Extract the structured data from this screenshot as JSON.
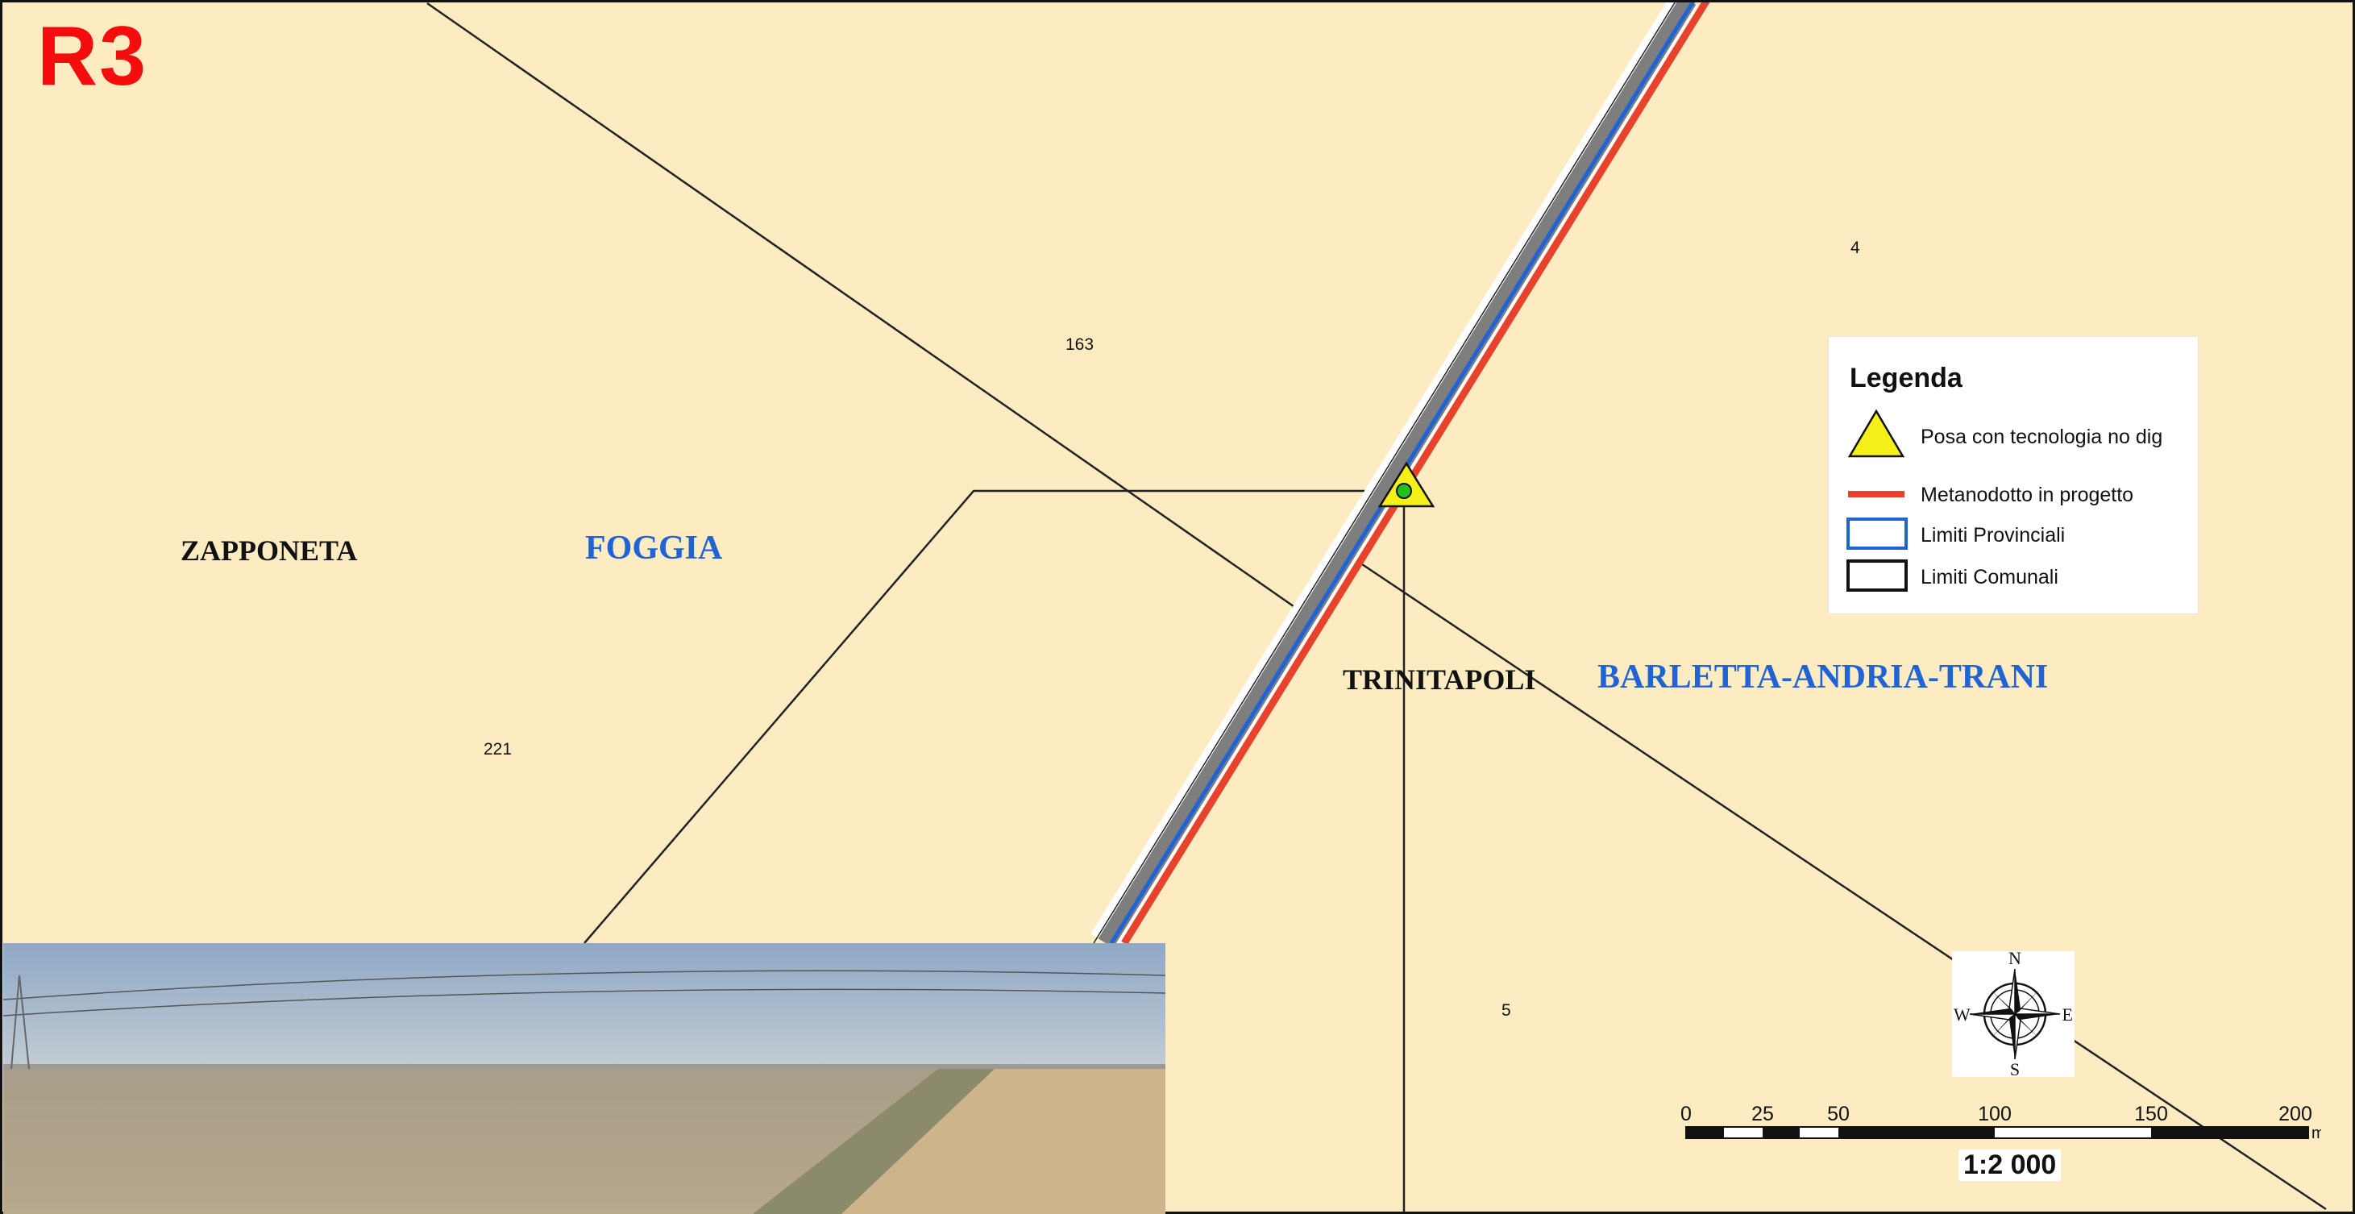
{
  "sheet_id": "R3",
  "places": {
    "comuni": [
      "ZAPPONETA",
      "TRINITAPOLI"
    ],
    "province": [
      "FOGGIA",
      "BARLETTA-ANDRIA-TRANI"
    ]
  },
  "parcels": [
    "163",
    "4",
    "221",
    "5"
  ],
  "legend": {
    "title": "Legenda",
    "items": [
      {
        "label": "Posa con tecnologia no dig",
        "symbol": "yellow-triangle"
      },
      {
        "label": "Metanodotto in progetto",
        "symbol": "red-line"
      },
      {
        "label": "Limiti Provinciali",
        "symbol": "blue-outline-box"
      },
      {
        "label": "Limiti Comunali",
        "symbol": "black-outline-box"
      }
    ]
  },
  "compass": {
    "north": "N",
    "south": "S",
    "east": "E",
    "west": "W"
  },
  "scale": {
    "ticks": [
      "0",
      "25",
      "50",
      "100",
      "150",
      "200"
    ],
    "unit": "m",
    "ratio": "1:2 000"
  },
  "colors": {
    "background": "#fdebc1",
    "pipeline": "#e8432a",
    "provincial_boundary": "#1f63d4",
    "municipal_boundary": "#111111",
    "sheet_id": "#f50d0d",
    "marker": "#f5ef1a"
  }
}
